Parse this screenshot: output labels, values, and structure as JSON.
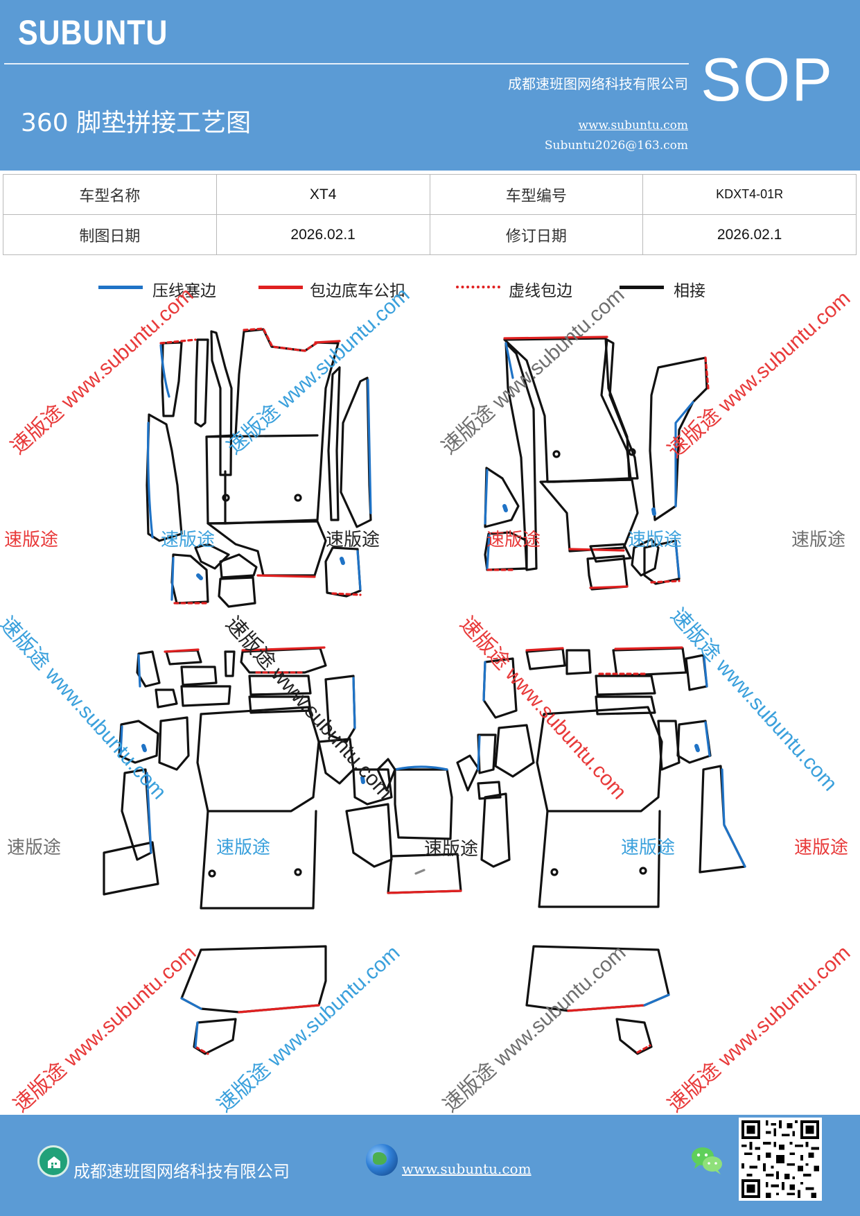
{
  "header": {
    "brand": "SUBUNTU",
    "company": "成都速班图网络科技有限公司",
    "title": "360 脚垫拼接工艺图",
    "website": "www.subuntu.com",
    "email": "Subuntu2026@163.com",
    "doc_type": "SOP"
  },
  "info": {
    "model_name_label": "车型名称",
    "model_name": "XT4",
    "model_code_label": "车型编号",
    "model_code": "KDXT4-01R",
    "draw_date_label": "制图日期",
    "draw_date": "2026.02.1",
    "revise_date_label": "修订日期",
    "revise_date": "2026.02.1"
  },
  "legend": [
    {
      "label": "压线塞边",
      "color": "#1f73c6",
      "style": "solid"
    },
    {
      "label": "包边底车公扣",
      "color": "#e02020",
      "style": "solid"
    },
    {
      "label": "虚线包边",
      "color": "#e02020",
      "style": "dashed"
    },
    {
      "label": "相接",
      "color": "#111111",
      "style": "solid"
    }
  ],
  "watermarks": {
    "brand_cn": "速版途",
    "brand_full": "速版途 www.subuntu.com"
  },
  "colors": {
    "header_bg": "#5b9bd5",
    "blue_line": "#1f73c6",
    "red_line": "#e02020",
    "black_line": "#111111",
    "wm_red": "#e83a3a",
    "wm_blue": "#3aa0dc",
    "wm_gray": "#6f6f6f"
  },
  "footer": {
    "company": "成都速班图网络科技有限公司",
    "website": "www.subuntu.com",
    "icons": [
      "home-icon",
      "globe-icon",
      "wechat-icon",
      "qr-code"
    ]
  }
}
